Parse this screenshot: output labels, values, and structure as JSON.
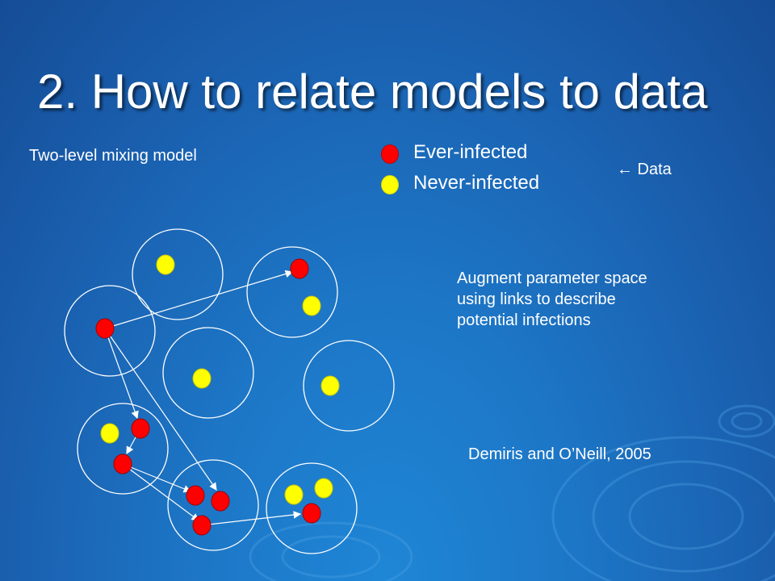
{
  "slide": {
    "title": "2. How to relate models to data",
    "model_label": "Two-level mixing model",
    "data_label": "← Data",
    "legend": {
      "ever_infected": "Ever-infected",
      "never_infected": "Never-infected"
    },
    "augment_lines": [
      "Augment parameter space",
      "using links to describe",
      "potential infections"
    ],
    "citation": "Demiris and O’Neill, 2005"
  },
  "colors": {
    "infected": "#ff0000",
    "not_infected": "#ffff00",
    "household_outline": "#ffffff",
    "link": "#ffffff"
  }
}
